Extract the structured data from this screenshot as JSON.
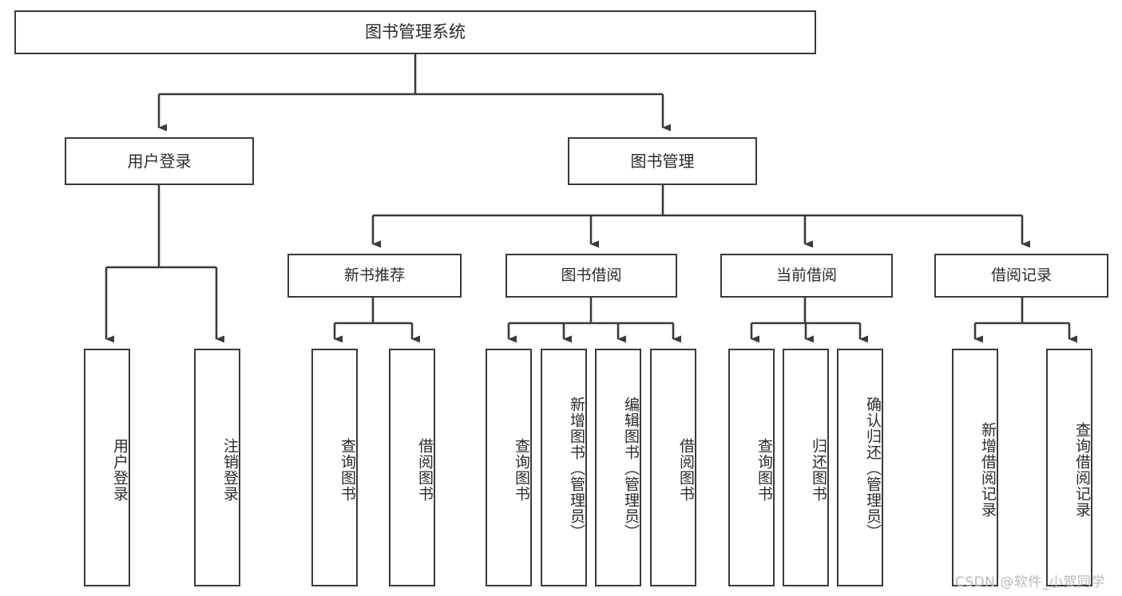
{
  "diagram": {
    "title": "图书管理系统",
    "watermark": "CSDN @软件_小贺同学",
    "colors": {
      "background": "#ffffff",
      "stroke": "#3a3a3a",
      "text": "#2b2b2b",
      "watermark": "#b9b9b9"
    },
    "root": {
      "label": "图书管理系统"
    },
    "level1": [
      {
        "label": "用户登录"
      },
      {
        "label": "图书管理"
      }
    ],
    "level2": [
      {
        "label": "新书推荐"
      },
      {
        "label": "图书借阅"
      },
      {
        "label": "当前借阅"
      },
      {
        "label": "借阅记录"
      }
    ],
    "leaves": {
      "user_login": [
        {
          "label": "用户登录"
        },
        {
          "label": "注销登录"
        }
      ],
      "new_book_recommend": [
        {
          "label": "查询图书"
        },
        {
          "label": "借阅图书"
        }
      ],
      "book_borrow": [
        {
          "label": "查询图书"
        },
        {
          "label": "新增图书（管理员）"
        },
        {
          "label": "编辑图书（管理员）"
        },
        {
          "label": "借阅图书"
        }
      ],
      "current_borrow": [
        {
          "label": "查询图书"
        },
        {
          "label": "归还图书"
        },
        {
          "label": "确认归还（管理员）"
        }
      ],
      "borrow_record": [
        {
          "label": "新增借阅记录"
        },
        {
          "label": "查询借阅记录"
        }
      ]
    }
  }
}
